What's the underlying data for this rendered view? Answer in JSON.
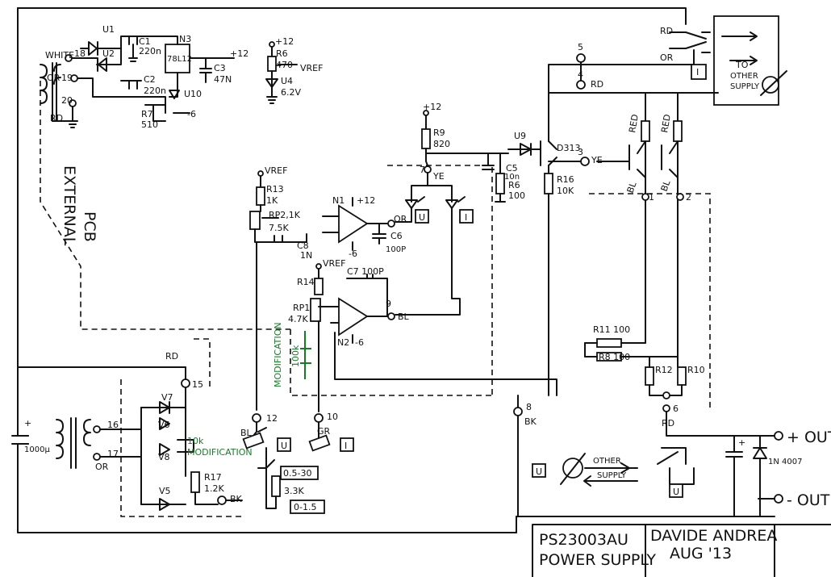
{
  "title_block": {
    "model": "PS23003AU",
    "subtitle": "POWER SUPPLY",
    "author": "DAVIDE ANDREA",
    "date": "AUG '13"
  },
  "annotations": {
    "external_pcb_1": "EXTERNAL",
    "external_pcb_2": "PCB",
    "modification_1": "MODIFICATION",
    "modification_2": "100k",
    "modification_3": "10k",
    "modification_4": "MODIFICATION"
  },
  "outputs": {
    "plus_out": "+ OUT",
    "minus_out": "- OUT"
  },
  "other_supply": {
    "top_to": "TO",
    "top_other": "OTHER",
    "top_supply": "SUPPLY",
    "bottom_other": "OTHER",
    "bottom_supply": "SUPPLY"
  },
  "boxed_labels": {
    "i_top": "I",
    "u_mid": "U",
    "i_mid": "I",
    "u_low": "U",
    "i_low": "I",
    "u_out": "U",
    "u_out2": "U",
    "range_v": "0.5-30",
    "range_i": "0-1.5"
  },
  "components": {
    "u1": "U1",
    "u2": "U2",
    "c1": "C1",
    "c1v": "220n",
    "c2": "C2",
    "c2v": "220n",
    "n3": "N3",
    "n3v": "78L12",
    "c3": "C3",
    "c3v": "47N",
    "r7": "R7",
    "r7v": "510",
    "u10": "U10",
    "plus12a": "+12",
    "plus12b": "+12",
    "plus12c": "+12",
    "minus6a": "-6",
    "r6": "R6",
    "r6v": "470",
    "u4": "U4",
    "u4v": "6.2V",
    "vref": "VREF",
    "r9": "R9",
    "r9v": "820",
    "u9": "U9",
    "d313": "D313",
    "c5": "C5",
    "c5v": "10n",
    "r6b": "R6",
    "r6bv": "100",
    "r16": "R16",
    "r16v": "10K",
    "r13": "R13",
    "r13v": "1K",
    "vref2": "VREF",
    "rp2": "RP2,1K",
    "r75": "7.5K",
    "c8": "C8",
    "c8v": "1N",
    "n1": "N1",
    "n1v": "+12",
    "c6": "C6",
    "c6v": "100P",
    "r14": "R14",
    "vref3": "VREF",
    "c7": "C7 100P",
    "rp1": "RP1",
    "rp1v": "4.7K",
    "n2": "N2",
    "minus6b": "-6",
    "minus6c": "-6",
    "r11": "R11 100",
    "r8": "R8 100",
    "r12": "R12",
    "r10": "R10",
    "red1": "RED",
    "red2": "RED",
    "v7": "V7",
    "v6": "V6",
    "v8": "V8",
    "v5": "V5",
    "r17": "R17",
    "r17v": "1.2K",
    "r33": "3.3K",
    "c1000": "1000µ",
    "in4007": "1N 4007"
  },
  "wire_labels": {
    "white": "WHITE",
    "orange": "OR",
    "red": "RD",
    "n18": "18",
    "n19": "19",
    "n20": "20",
    "n5": "5",
    "n4": "4",
    "n3": "3",
    "n7": "7",
    "n1": "1",
    "n2": "2",
    "n6": "6",
    "n8": "8",
    "n9": "9",
    "n10": "10",
    "n12": "12",
    "n15": "15",
    "n16": "16",
    "n17": "17",
    "ye1": "YE",
    "ye2": "YE",
    "bl1": "BL",
    "bl2": "BL",
    "bl3": "BL",
    "bl4": "BL",
    "rd2": "RD",
    "rd3": "RD",
    "rd4": "RD",
    "or2": "OR",
    "or3": "OR",
    "bk1": "BK",
    "bk2": "BK",
    "gr": "GR"
  }
}
